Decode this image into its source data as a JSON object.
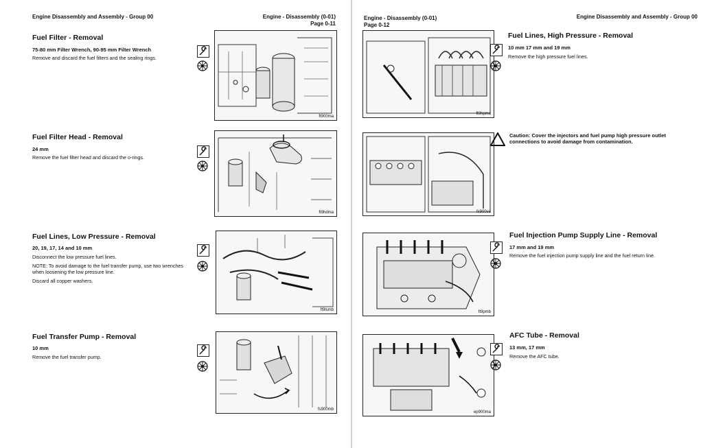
{
  "left_page": {
    "header_left": "Engine Disassembly and Assembly - Group 00",
    "header_right_line1": "Engine - Disassembly (0-01)",
    "header_right_line2": "Page 0-11",
    "sections": [
      {
        "title": "Fuel Filter - Removal",
        "spec": "75-80 mm Filter Wrench, 90-95 mm Filter Wrench",
        "text1": "Remove and discard the fuel filters and the sealing rings.",
        "figure_code": "ft900ma"
      },
      {
        "title": "Fuel Filter Head - Removal",
        "spec": "24 mm",
        "text1": "Remove the fuel filter head and discard the o-rings.",
        "figure_code": "ft9hdma"
      },
      {
        "title": "Fuel Lines, Low Pressure - Removal",
        "spec": "20, 19, 17, 14 and 10 mm",
        "text1": "Disconnect the low pressure fuel lines.",
        "note_label": "NOTE:",
        "note_text": " To avoid damage to the fuel transfer pump, use two wrenches when loosening the low pressure line.",
        "text2": "Discard all copper washers.",
        "figure_code": "ft9lsmb"
      },
      {
        "title": "Fuel Transfer Pump - Removal",
        "spec": "10 mm",
        "text1": "Remove the fuel transfer pump.",
        "figure_code": "fs900mb"
      }
    ]
  },
  "right_page": {
    "header_left_line1": "Engine - Disassembly (0-01)",
    "header_left_line2": "Page 0-12",
    "header_right": "Engine Disassembly and Assembly - Group 00",
    "sections": [
      {
        "title": "Fuel Lines, High Pressure - Removal",
        "spec": "10 mm 17 mm and 19 mm",
        "text1": "Remove the high pressure fuel lines.",
        "figure_code": "ft9hpma"
      },
      {
        "caution": "Caution: Cover the injectors and fuel pump high pressure outlet connections to avoid damage from contamination.",
        "figure_code": "fs900va"
      },
      {
        "title": "Fuel Injection Pump Supply Line - Removal",
        "spec": "17 mm and 19 mm",
        "text1": "Remove the fuel injection pump supply line and the fuel return line.",
        "figure_code": "ft9pmb"
      },
      {
        "title": "AFC Tube - Removal",
        "spec": "13 mm, 17 mm",
        "text1": "Remove the AFC tube.",
        "figure_code": "ep900ma"
      }
    ]
  },
  "icons": {
    "wrench": "wrench-icon",
    "compass": "compass-icon",
    "caution": "caution-triangle-icon"
  }
}
